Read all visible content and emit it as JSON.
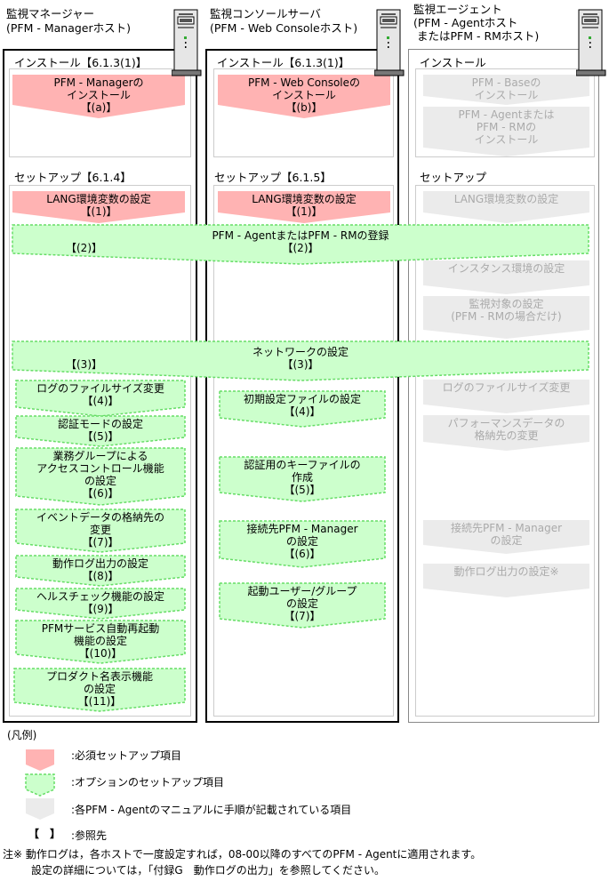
{
  "columns": [
    {
      "title": "監視マネージャー",
      "subtitle": "(PFM - Managerホスト)",
      "install_label": "インストール【6.1.3(1)】",
      "setup_label": "セットアップ【6.1.4】"
    },
    {
      "title": "監視コンソールサーバ",
      "subtitle": "(PFM - Web Consoleホスト)",
      "install_label": "インストール【6.1.3(1)】",
      "setup_label": "セットアップ【6.1.5】"
    },
    {
      "title": "監視エージェント",
      "subtitle": "(PFM - Agentホスト",
      "subtitle2": " またはPFM - RMホスト)",
      "install_label": "インストール",
      "setup_label": "セットアップ"
    }
  ],
  "colors": {
    "required_fill": "#ffb3b3",
    "required_stroke": "#ff9999",
    "optional_fill": "#ccffcc",
    "optional_stroke": "#66dd66",
    "agent_fill": "#ebebeb"
  },
  "steps": {
    "mgr_install": [
      "PFM - Managerの",
      "インストール",
      "【(a)】"
    ],
    "mgr_lang": [
      "LANG環境変数の設定",
      "【(1)】"
    ],
    "mgr_log": [
      "ログのファイルサイズ変更",
      "【(4)】"
    ],
    "mgr_auth": [
      "認証モードの設定",
      "【(5)】"
    ],
    "mgr_group": [
      "業務グループによる",
      "アクセスコントロール機能",
      "の設定",
      "【(6)】"
    ],
    "mgr_event": [
      "イベントデータの格納先の",
      "変更",
      "【(7)】"
    ],
    "mgr_oplog": [
      "動作ログ出力の設定",
      "【(8)】"
    ],
    "mgr_health": [
      "ヘルスチェック機能の設定",
      "【(9)】"
    ],
    "mgr_restart": [
      "PFMサービス自動再起動",
      "機能の設定",
      "【(10)】"
    ],
    "mgr_product": [
      "プロダクト名表示機能",
      "の設定",
      "【(11)】"
    ],
    "wc_install": [
      "PFM - Web Consoleの",
      "インストール",
      "【(b)】"
    ],
    "wc_lang": [
      "LANG環境変数の設定",
      "【(1)】"
    ],
    "wc_init": [
      "初期設定ファイルの設定",
      "【(4)】"
    ],
    "wc_key": [
      "認証用のキーファイルの",
      "作成",
      "【(5)】"
    ],
    "wc_conn": [
      "接続先PFM - Manager",
      "の設定",
      "【(6)】"
    ],
    "wc_user": [
      "起動ユーザー/グループ",
      "の設定",
      "【(7)】"
    ],
    "ag_base": [
      "PFM - Baseの",
      "インストール"
    ],
    "ag_agent": [
      "PFM - Agentまたは",
      "PFM - RMの",
      "インストール"
    ],
    "ag_lang": [
      "LANG環境変数の設定"
    ],
    "ag_instance": [
      "インスタンス環境の設定"
    ],
    "ag_target": [
      "監視対象の設定",
      "(PFM - RMの場合だけ)"
    ],
    "ag_log": [
      "ログのファイルサイズ変更"
    ],
    "ag_perf": [
      "パフォーマンスデータの",
      "格納先の変更"
    ],
    "ag_conn": [
      "接続先PFM - Manager",
      "の設定"
    ],
    "ag_oplog": [
      "動作ログ出力の設定※"
    ]
  },
  "shared_steps": {
    "register": {
      "label": "PFM - AgentまたはPFM - RMの登録",
      "ref_left": "【(2)】",
      "ref_center": "【(2)】"
    },
    "network": {
      "label": "ネットワークの設定",
      "ref_left": "【(3)】",
      "ref_center": "【(3)】"
    }
  },
  "legend": {
    "title": "(凡例)",
    "required": ":必須セットアップ項目",
    "optional": ":オプションのセットアップ項目",
    "agent_manual": ":各PFM - Agentのマニュアルに手順が記載されている項目",
    "ref_symbol": "【　】",
    "reference": ":参照先"
  },
  "notes": {
    "line1": "注※ 動作ログは，各ホストで一度設定すれば，08-00以降のすべてのPFM - Agentに適用されます。",
    "line2": "設定の詳細については，「付録G　動作ログの出力」を参照してください。"
  }
}
